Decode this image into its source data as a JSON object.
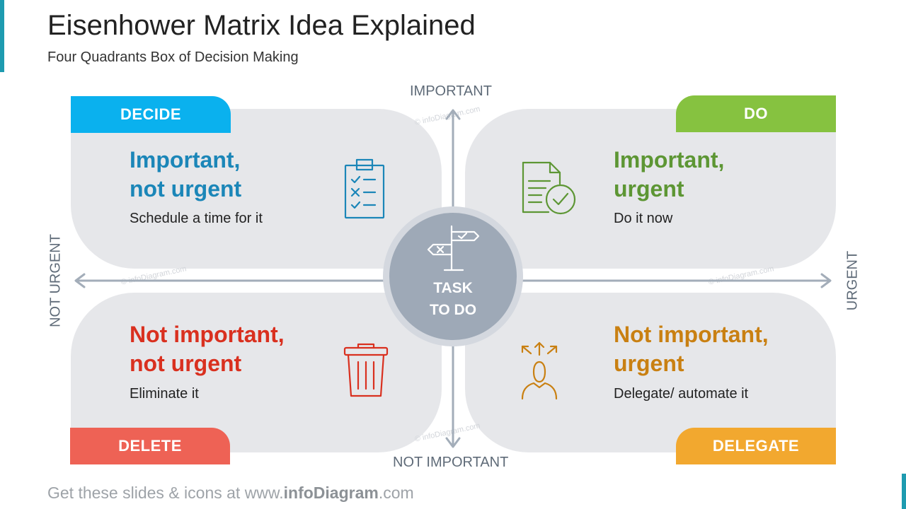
{
  "slide": {
    "title": "Eisenhower Matrix Idea Explained",
    "subtitle": "Four Quadrants  Box of Decision Making"
  },
  "axes": {
    "top": "IMPORTANT",
    "bottom": "NOT IMPORTANT",
    "left": "NOT URGENT",
    "right": "URGENT"
  },
  "center": {
    "line1": "TASK",
    "line2": "TO DO",
    "icon": "signpost-icon"
  },
  "quadrants": [
    {
      "tag": "DECIDE",
      "heading_line1": "Important,",
      "heading_line2": "not urgent",
      "description": "Schedule a time for it",
      "icon": "checklist-icon",
      "tag_color": "#0ab1ee",
      "heading_color": "#1b86b8"
    },
    {
      "tag": "DO",
      "heading_line1": "Important,",
      "heading_line2": "urgent",
      "description": "Do it now",
      "icon": "document-check-icon",
      "tag_color": "#86c240",
      "heading_color": "#5d9634"
    },
    {
      "tag": "DELETE",
      "heading_line1": "Not important,",
      "heading_line2": "not urgent",
      "description": "Eliminate it",
      "icon": "trash-icon",
      "tag_color": "#ee6255",
      "heading_color": "#d9301f"
    },
    {
      "tag": "DELEGATE",
      "heading_line1": "Not important,",
      "heading_line2": "urgent",
      "description": "Delegate/ automate it",
      "icon": "person-delegate-icon",
      "tag_color": "#f2a82f",
      "heading_color": "#c98012"
    }
  ],
  "footer": {
    "prefix": "Get these slides & icons at www.",
    "brand": "infoDiagram",
    "suffix": ".com"
  },
  "watermark": "© infoDiagram.com"
}
